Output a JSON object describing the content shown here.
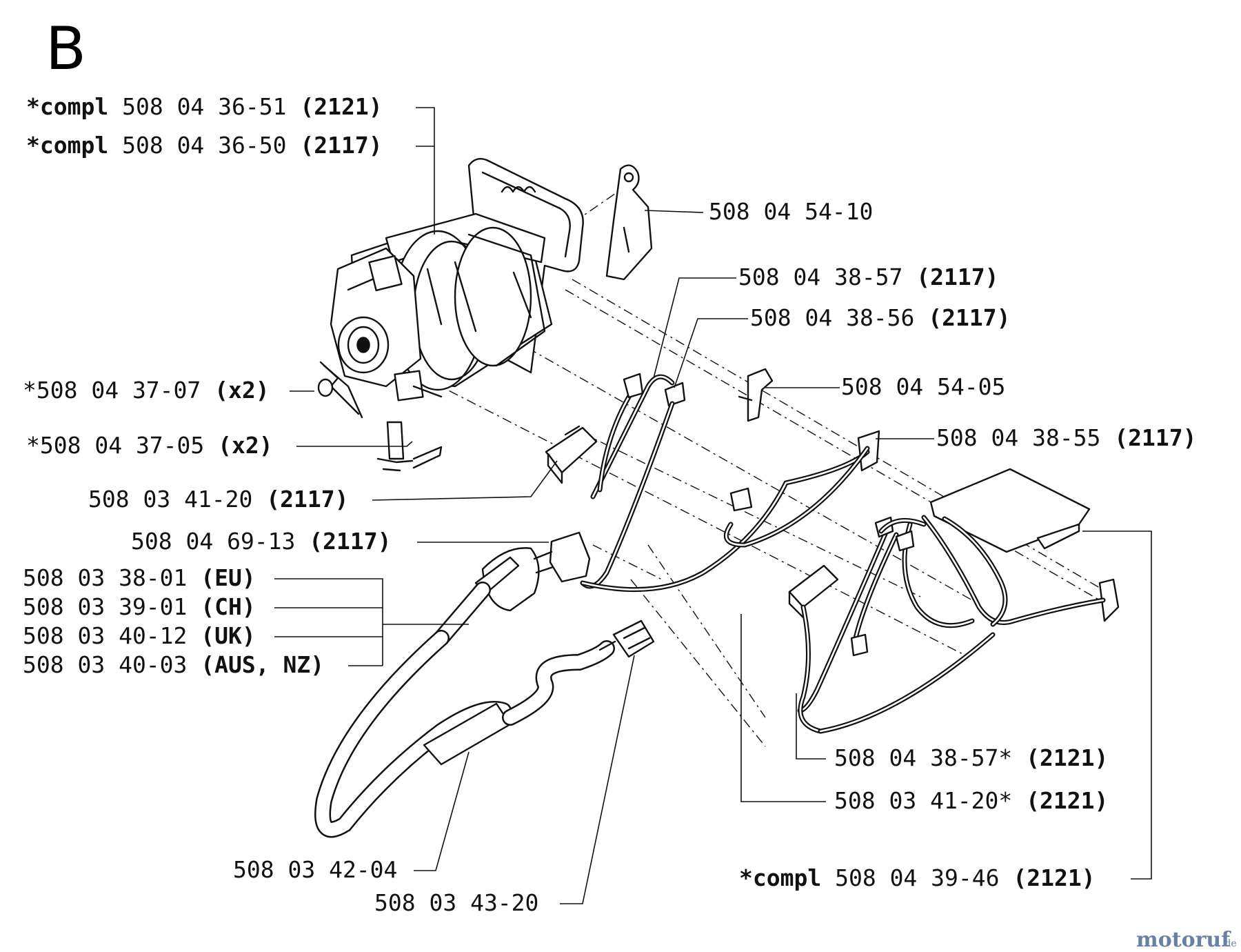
{
  "section_letter": "B",
  "callouts": [
    {
      "id": "motor-compl-2121",
      "prefix": "*compl",
      "number": "508 04 36-51",
      "note": "(2121)"
    },
    {
      "id": "motor-compl-2117",
      "prefix": "*compl",
      "number": "508 04 36-50",
      "note": "(2117)"
    },
    {
      "id": "bracket",
      "prefix": "",
      "number": "508 04 54-10",
      "note": ""
    },
    {
      "id": "wire-38-57",
      "prefix": "",
      "number": "508 04 38-57",
      "note": "(2117)"
    },
    {
      "id": "wire-38-56",
      "prefix": "",
      "number": "508 04 38-56",
      "note": "(2117)"
    },
    {
      "id": "clip-54-05",
      "prefix": "",
      "number": "508 04 54-05",
      "note": ""
    },
    {
      "id": "wire-38-55",
      "prefix": "",
      "number": "508 04 38-55",
      "note": "(2117)"
    },
    {
      "id": "brush-spring",
      "prefix": "",
      "number": "*508 04 37-07",
      "note": "(x2)"
    },
    {
      "id": "carbon-brush",
      "prefix": "",
      "number": "*508 04 37-05",
      "note": "(x2)"
    },
    {
      "id": "microswitch-2117",
      "prefix": "",
      "number": "508 03 41-20",
      "note": "(2117)"
    },
    {
      "id": "capacitor",
      "prefix": "",
      "number": "508 04 69-13",
      "note": "(2117)"
    },
    {
      "id": "cord-eu",
      "prefix": "",
      "number": "508 03 38-01",
      "note": "(EU)"
    },
    {
      "id": "cord-ch",
      "prefix": "",
      "number": "508 03 39-01",
      "note": "(CH)"
    },
    {
      "id": "cord-uk",
      "prefix": "",
      "number": "508 03 40-12",
      "note": "(UK)"
    },
    {
      "id": "cord-aus",
      "prefix": "",
      "number": "508 03 40-03",
      "note": "(AUS, NZ)"
    },
    {
      "id": "wire-38-57-2121",
      "prefix": "",
      "number": "508 04 38-57*",
      "note": "(2121)"
    },
    {
      "id": "microswitch-2121",
      "prefix": "",
      "number": "508 03 41-20*",
      "note": "(2121)"
    },
    {
      "id": "cable-42-04",
      "prefix": "",
      "number": "508 03 42-04",
      "note": ""
    },
    {
      "id": "electronics-compl",
      "prefix": "*compl",
      "number": "508 04 39-46",
      "note": "(2121)"
    },
    {
      "id": "connector-43-20",
      "prefix": "",
      "number": "508 03 43-20",
      "note": ""
    }
  ],
  "watermark": {
    "brand": "motoruf",
    "suffix": ".de"
  }
}
